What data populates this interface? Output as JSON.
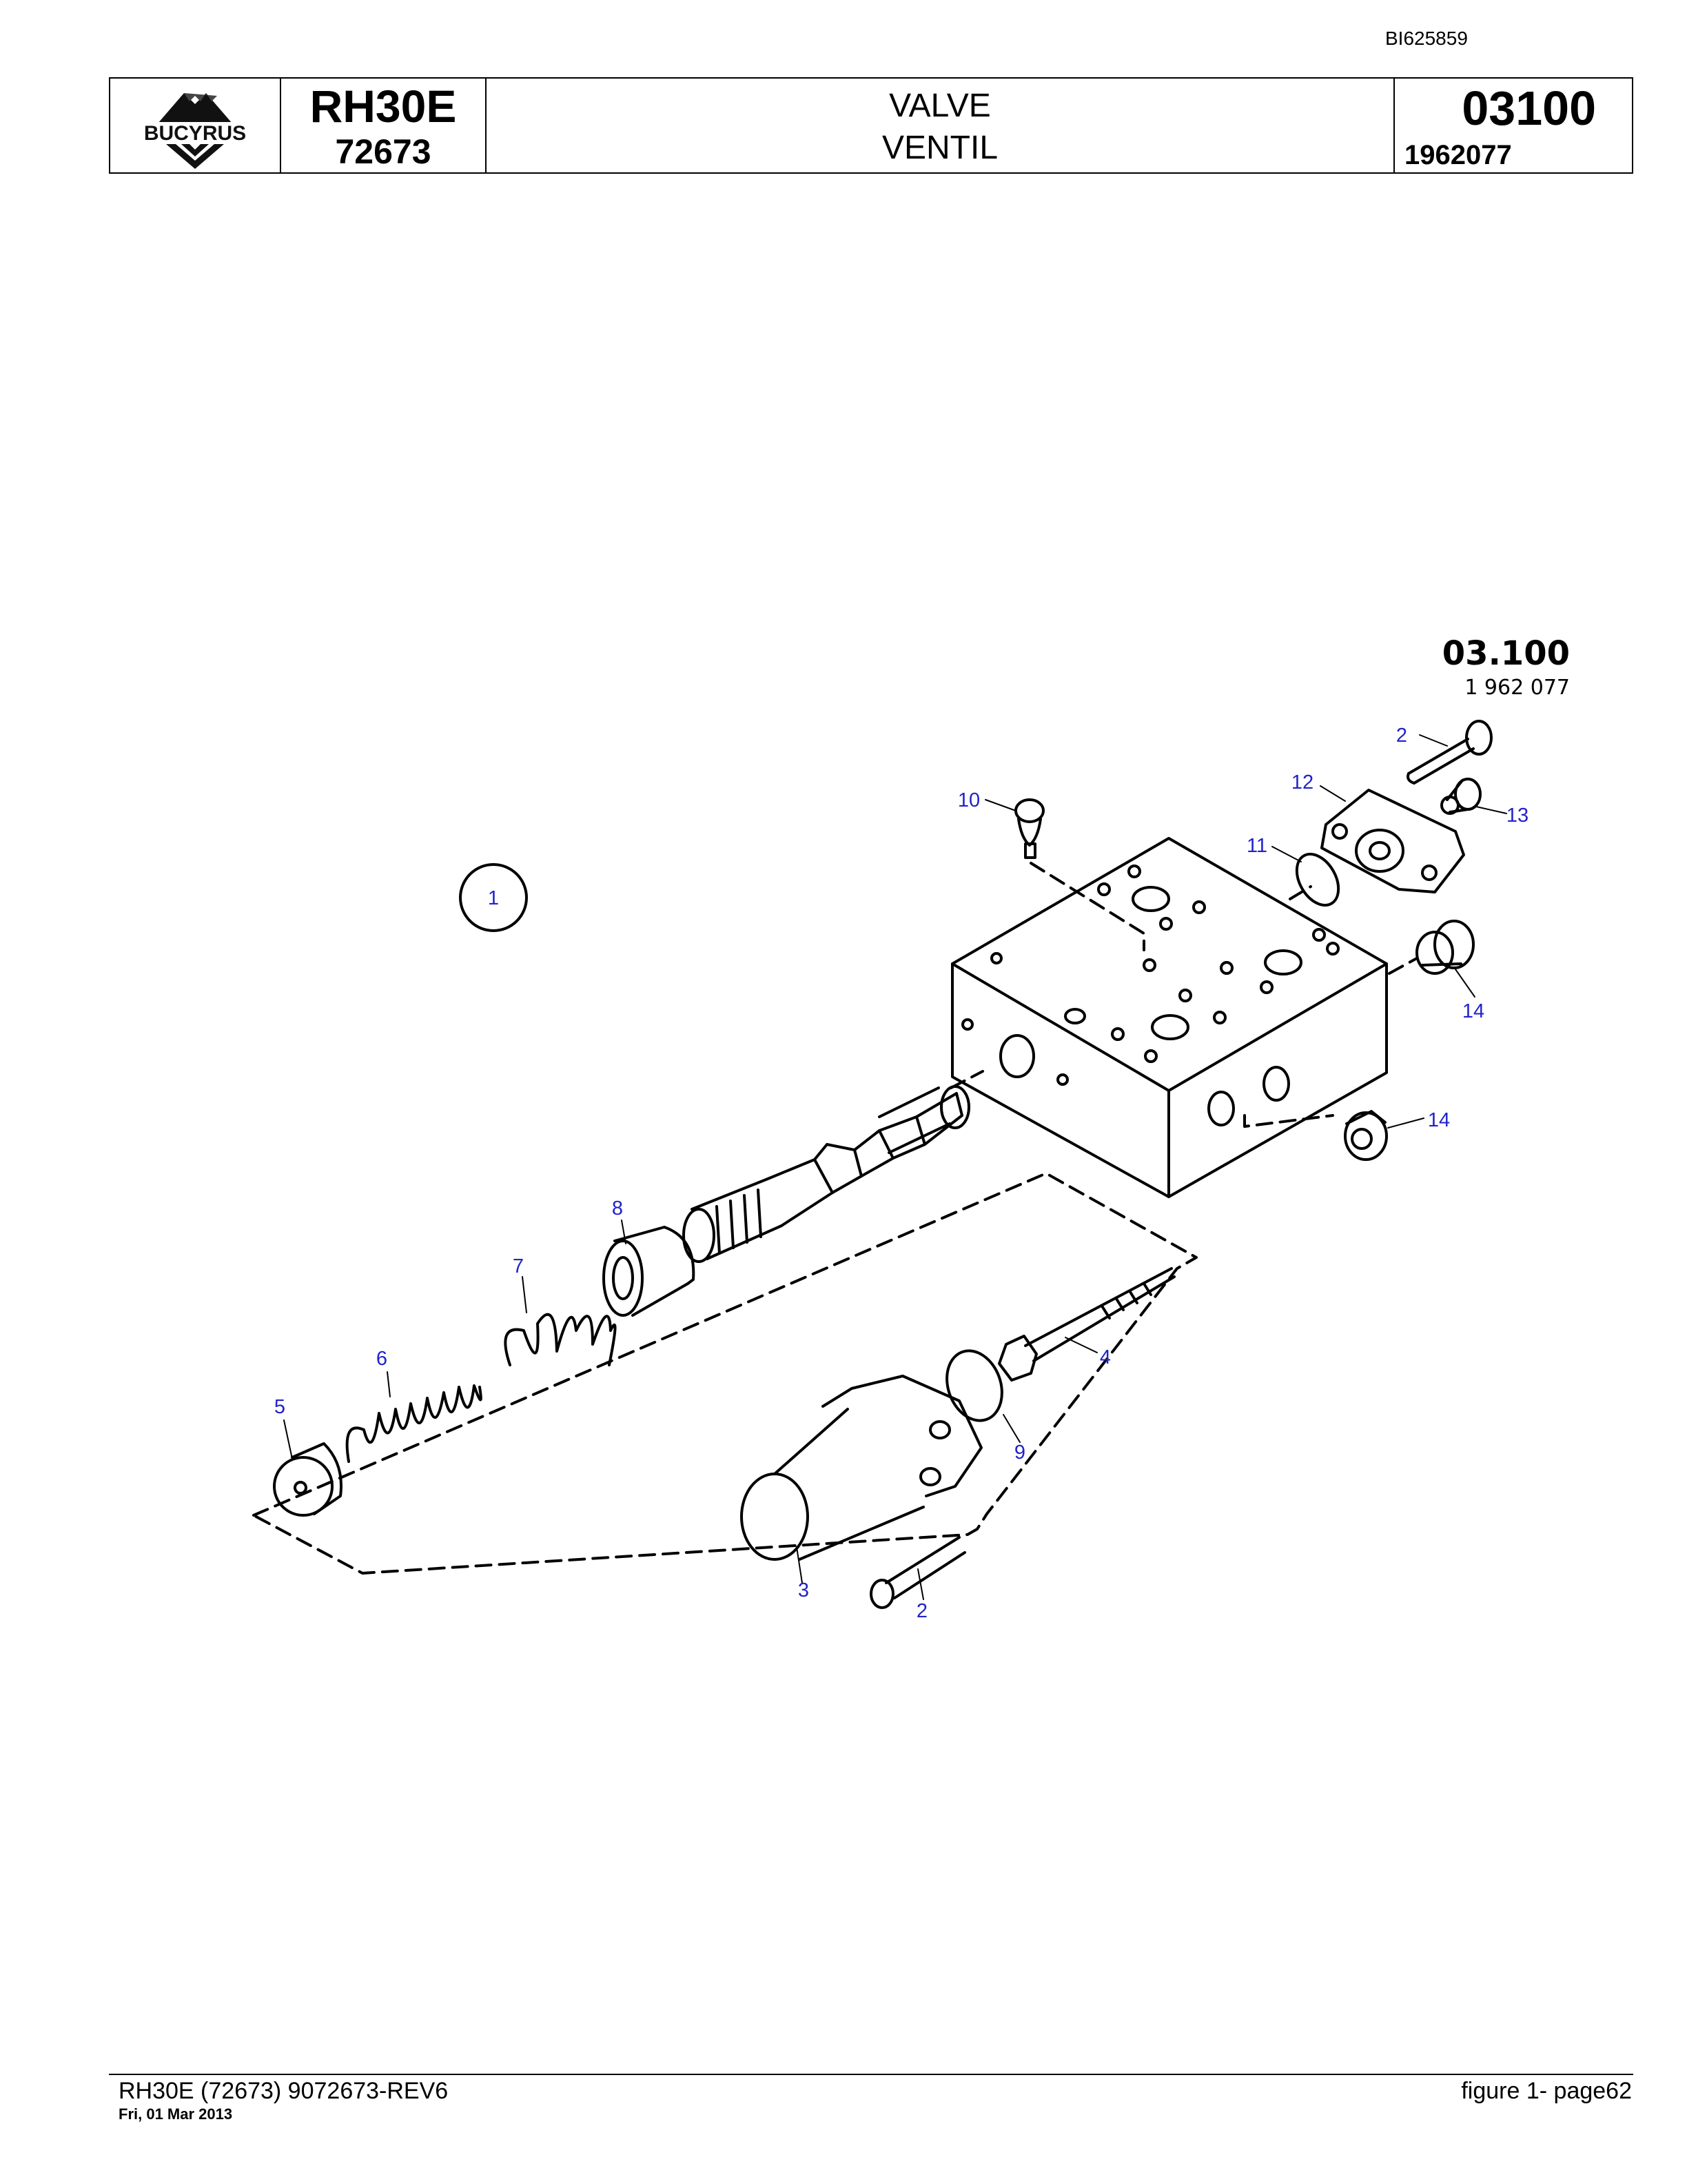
{
  "header": {
    "doc_id": "BI625859",
    "brand": "BUCYRUS",
    "model": "RH30E",
    "serial": "72673",
    "title_en": "VALVE",
    "title_de": "VENTIL",
    "group_code": "03100",
    "part_number": "1962077"
  },
  "drawing": {
    "group_code": "03.100",
    "part_number": "1 962 077",
    "callouts": [
      "1",
      "2",
      "3",
      "4",
      "5",
      "6",
      "7",
      "8",
      "9",
      "10",
      "11",
      "12",
      "13",
      "14",
      "14",
      "2"
    ]
  },
  "footer": {
    "doc_ref": "RH30E (72673) 9072673-REV6",
    "date": "Fri, 01 Mar 2013",
    "page": "figure  1- page62"
  },
  "colors": {
    "callout": "#2222cc",
    "line": "#000000"
  }
}
